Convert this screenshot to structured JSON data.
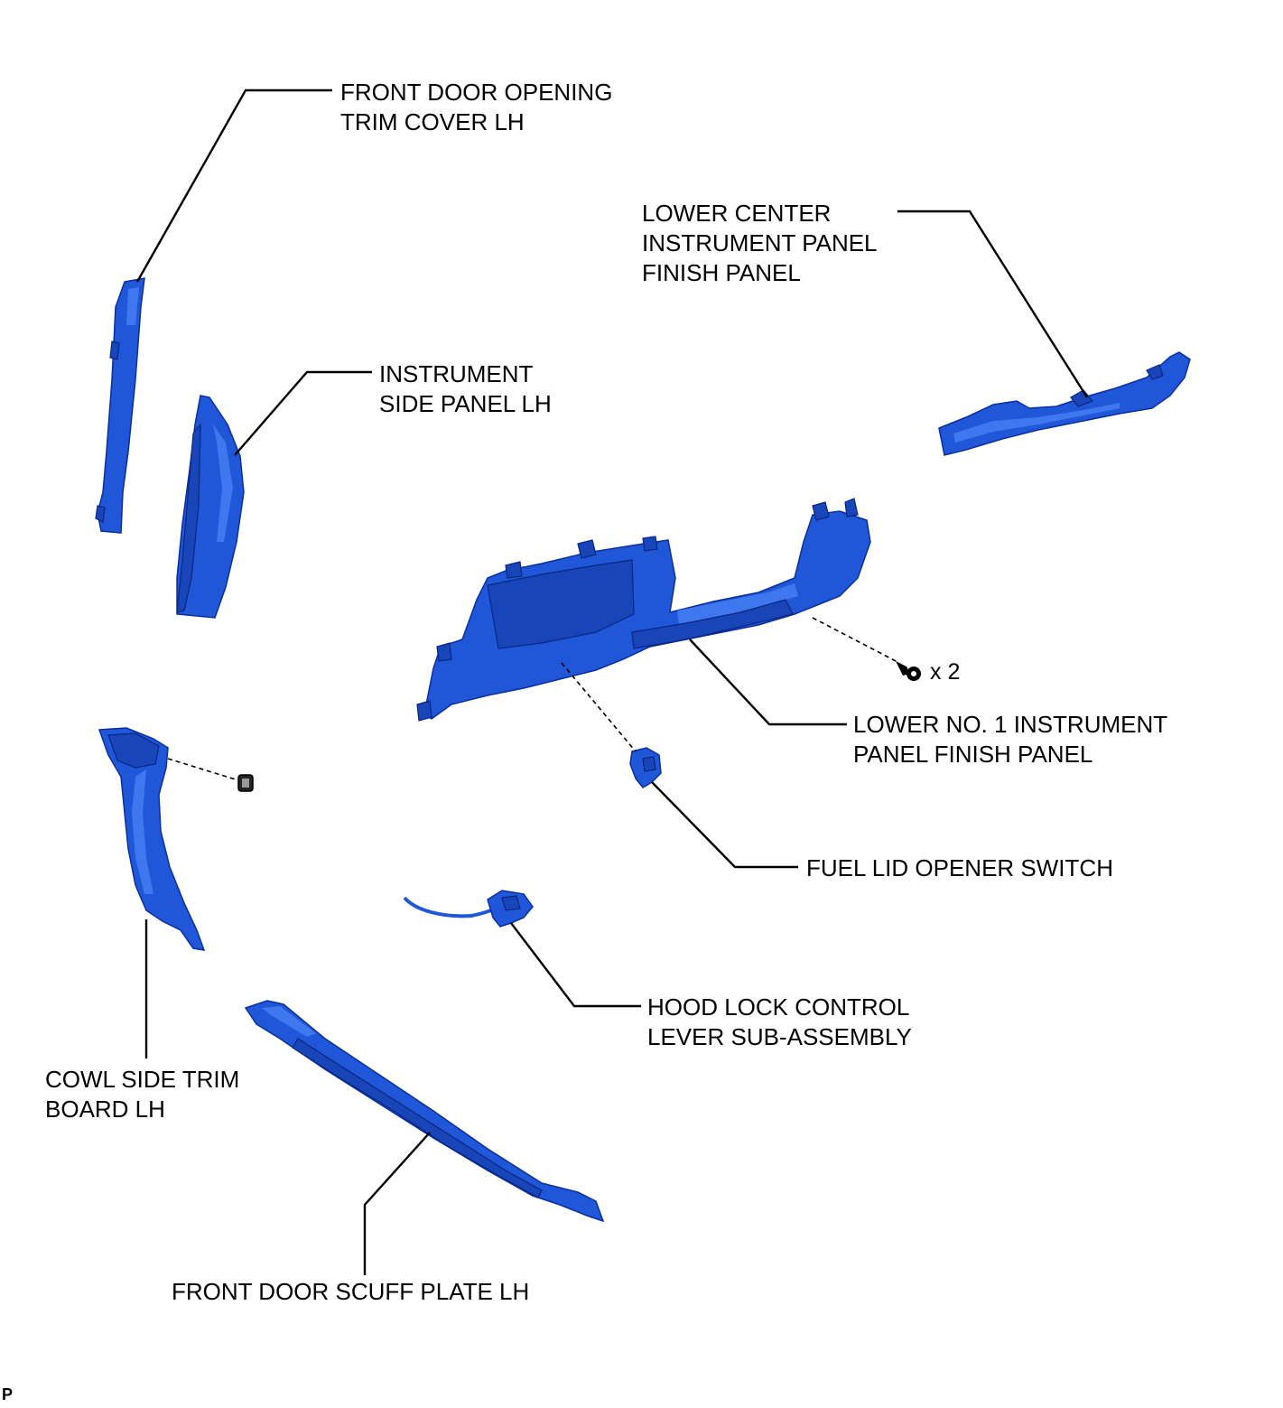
{
  "labels": {
    "front_door_opening_trim": [
      "FRONT DOOR OPENING",
      "TRIM COVER LH"
    ],
    "lower_center_panel": [
      "LOWER CENTER",
      "INSTRUMENT PANEL",
      "FINISH PANEL"
    ],
    "instrument_side_panel": [
      "INSTRUMENT",
      "SIDE PANEL LH"
    ],
    "lower_no1_panel": [
      "LOWER NO. 1 INSTRUMENT",
      "PANEL FINISH PANEL"
    ],
    "fuel_lid_switch": [
      "FUEL LID OPENER SWITCH"
    ],
    "hood_lock_lever": [
      "HOOD LOCK CONTROL",
      "LEVER SUB-ASSEMBLY"
    ],
    "cowl_side_trim": [
      "COWL SIDE TRIM",
      "BOARD LH"
    ],
    "front_door_scuff": [
      "FRONT DOOR SCUFF PLATE LH"
    ]
  },
  "screw_quantity": "x 2",
  "corner_mark": "P",
  "colors": {
    "part_fill": "#1f57d8",
    "part_edge": "#0b2f9c",
    "leader": "#000000"
  }
}
